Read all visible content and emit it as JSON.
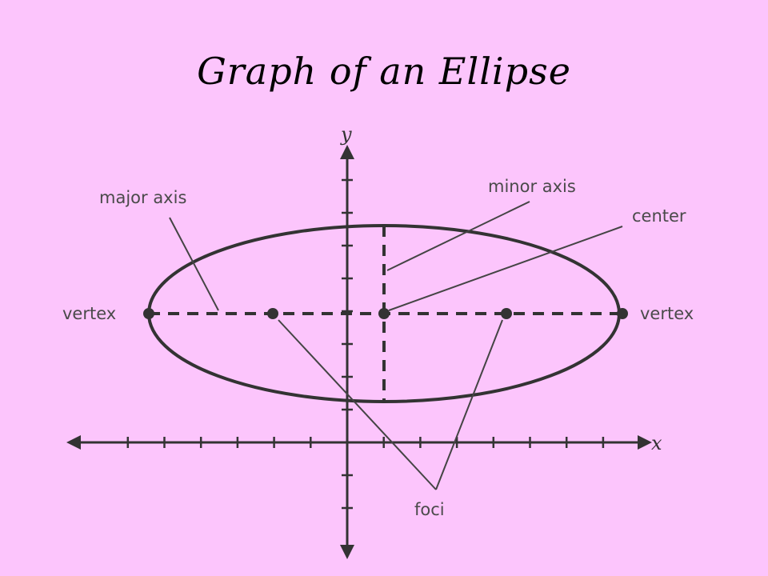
{
  "title": "Graph of an Ellipse",
  "labels": {
    "y_axis": "y",
    "x_axis": "x",
    "major_axis": "major axis",
    "minor_axis": "minor axis",
    "center": "center",
    "vertex_left": "vertex",
    "vertex_right": "vertex",
    "foci": "foci"
  },
  "colors": {
    "background": "#fcc5fc",
    "ink": "#333333",
    "title": "#000000"
  }
}
